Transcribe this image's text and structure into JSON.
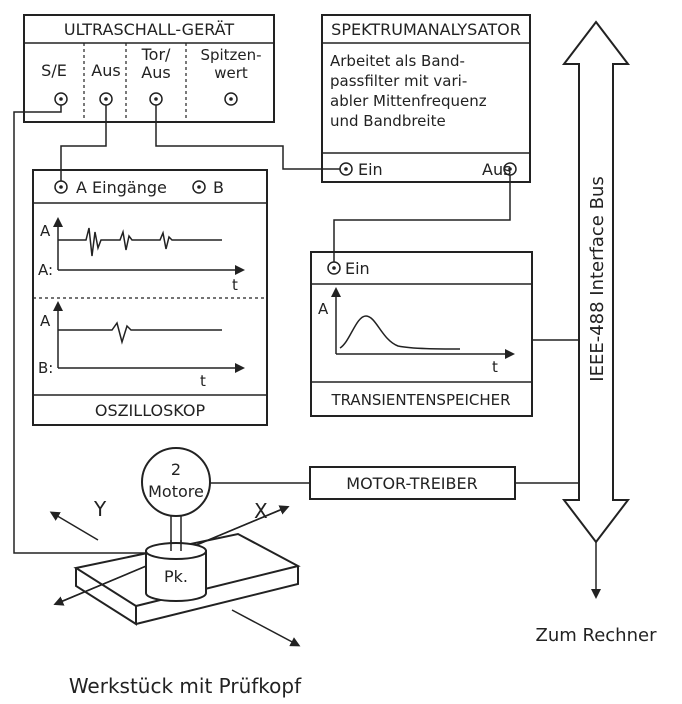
{
  "ultraschall": {
    "title": "ULTRASCHALL-GERÄT",
    "port_se": "S/E",
    "port_aus": "Aus",
    "port_tor_line1": "Tor/",
    "port_tor_line2": "Aus",
    "port_spitzen_line1": "Spitzen-",
    "port_spitzen_line2": "wert"
  },
  "spektrum": {
    "title": "SPEKTRUMANALYSATOR",
    "desc_lines": [
      "Arbeitet als Band-",
      "passfilter mit vari-",
      "abler Mittenfrequenz",
      "und Bandbreite"
    ],
    "port_ein": "Ein",
    "port_aus": "Aus"
  },
  "oszilloskop": {
    "title": "OSZILLOSKOP",
    "inputs_a": "A Eingänge",
    "inputs_b": "B",
    "y_axis": "A",
    "x_axis": "t",
    "channel_a": "A:",
    "channel_b": "B:"
  },
  "transient": {
    "title": "TRANSIENTENSPEICHER",
    "port_ein": "Ein",
    "y_axis": "A",
    "x_axis": "t"
  },
  "bus": {
    "label": "IEEE-488 Interface Bus",
    "destination": "Zum Rechner"
  },
  "motor": {
    "driver_label": "MOTOR-TREIBER",
    "motor_count": "2",
    "motor_label": "Motore"
  },
  "werkstueck": {
    "probe_label": "Pk.",
    "axis_x": "X",
    "axis_y": "Y",
    "caption": "Werkstück mit Prüfkopf"
  }
}
